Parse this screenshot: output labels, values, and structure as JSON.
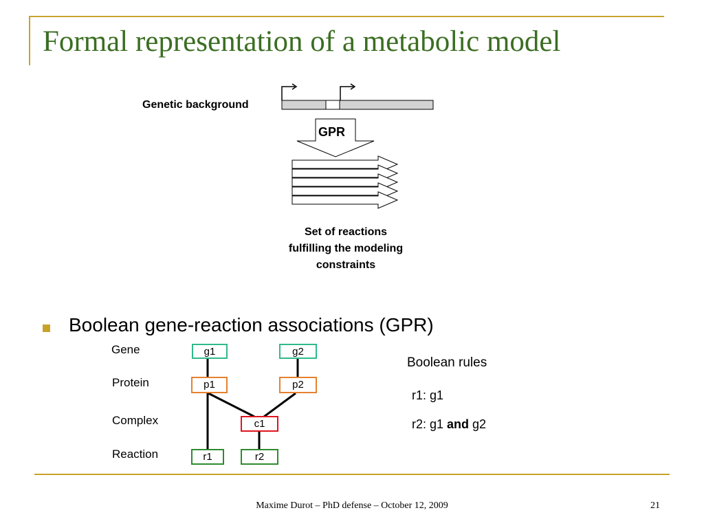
{
  "slide": {
    "title": "Formal representation of a metabolic model",
    "page_number": "21",
    "footer": "Maxime Durot – PhD defense – October 12, 2009"
  },
  "top_diagram": {
    "genetic_label": "Genetic background",
    "gpr_label": "GPR",
    "reactions_caption_lines": [
      "Set of reactions",
      "fulfilling the modeling",
      "constraints"
    ]
  },
  "bullet": {
    "text": "Boolean gene-reaction associations (GPR)"
  },
  "gpr_diagram": {
    "row_labels": {
      "gene": "Gene",
      "protein": "Protein",
      "complex": "Complex",
      "reaction": "Reaction"
    },
    "nodes": {
      "g1": "g1",
      "g2": "g2",
      "p1": "p1",
      "p2": "p2",
      "c1": "c1",
      "r1": "r1",
      "r2": "r2"
    },
    "colors": {
      "gene": "#2fb98c",
      "protein": "#e5812e",
      "complex": "#e0141e",
      "reaction": "#2f8a2e"
    }
  },
  "rules": {
    "title": "Boolean rules",
    "r1": {
      "prefix": "r1: g1"
    },
    "r2": {
      "prefix": "r2: g1 ",
      "operator": "and",
      "suffix": " g2"
    }
  }
}
